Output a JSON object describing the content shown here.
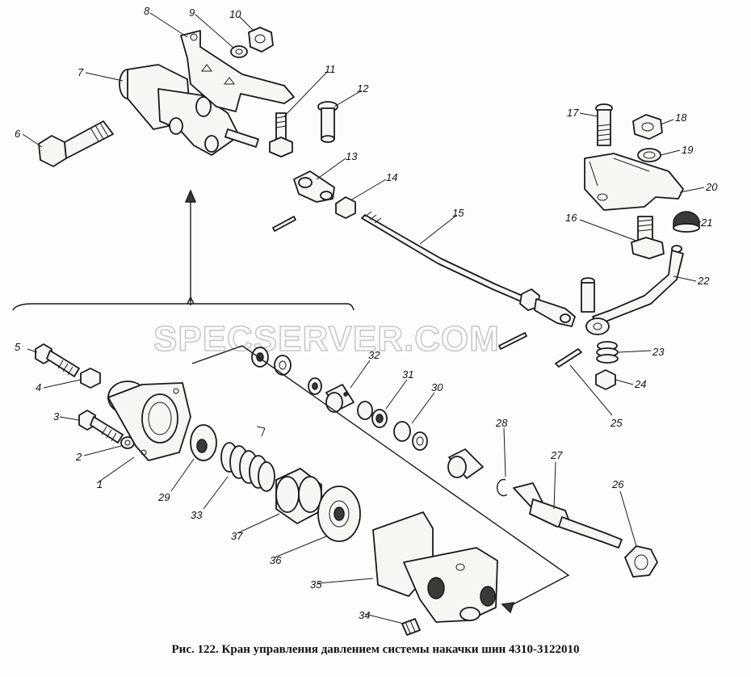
{
  "caption": "Рис. 122. Кран управления давлением системы накачки шин 4310-3122010",
  "watermark": "SPECSERVER.COM",
  "callouts": [
    {
      "n": "1"
    },
    {
      "n": "2"
    },
    {
      "n": "3"
    },
    {
      "n": "4"
    },
    {
      "n": "5"
    },
    {
      "n": "6"
    },
    {
      "n": "7"
    },
    {
      "n": "8"
    },
    {
      "n": "9"
    },
    {
      "n": "10"
    },
    {
      "n": "11"
    },
    {
      "n": "12"
    },
    {
      "n": "13"
    },
    {
      "n": "14"
    },
    {
      "n": "15"
    },
    {
      "n": "16"
    },
    {
      "n": "17"
    },
    {
      "n": "18"
    },
    {
      "n": "19"
    },
    {
      "n": "20"
    },
    {
      "n": "21"
    },
    {
      "n": "22"
    },
    {
      "n": "23"
    },
    {
      "n": "24"
    },
    {
      "n": "25"
    },
    {
      "n": "26"
    },
    {
      "n": "27"
    },
    {
      "n": "28"
    },
    {
      "n": "29"
    },
    {
      "n": "30"
    },
    {
      "n": "31"
    },
    {
      "n": "32"
    },
    {
      "n": "33"
    },
    {
      "n": "34"
    },
    {
      "n": "35"
    },
    {
      "n": "36"
    },
    {
      "n": "37"
    }
  ]
}
